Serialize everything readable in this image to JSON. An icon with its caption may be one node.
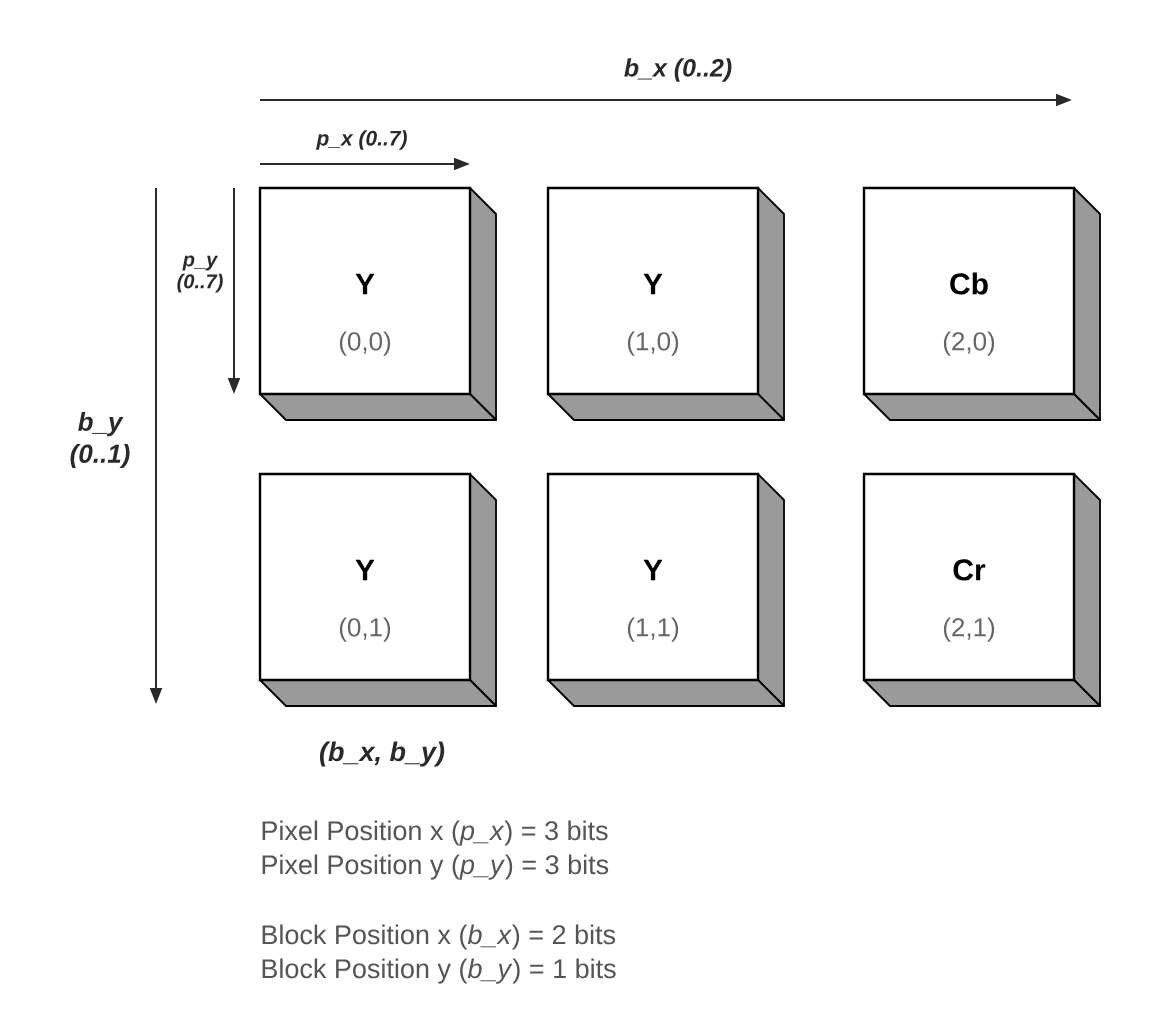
{
  "diagram": {
    "nodes": [
      {
        "text": [
          "Y",
          "(0,0)"
        ]
      },
      {
        "text": [
          "Y",
          "(1,0)"
        ]
      },
      {
        "text": [
          "Cb",
          "(2,0)"
        ]
      },
      {
        "text": [
          "Y",
          "(0,1)"
        ]
      },
      {
        "text": [
          "Y",
          "(1,1)"
        ]
      },
      {
        "text": [
          "Cr",
          "(2,1)"
        ]
      }
    ],
    "labels": [
      "b_x (0..2)",
      "p_x (0..7)",
      "p_y (0..7)",
      "b_y (0..1)",
      "(b_x, b_y)",
      "Pixel Position x (*p_x*) = 3 bits",
      "Pixel Position y (*p_y*) = 3 bits",
      "Block Position x (*b_x*) = 2 bits",
      "Block Position y (*b_y*) = 1 bits"
    ]
  }
}
